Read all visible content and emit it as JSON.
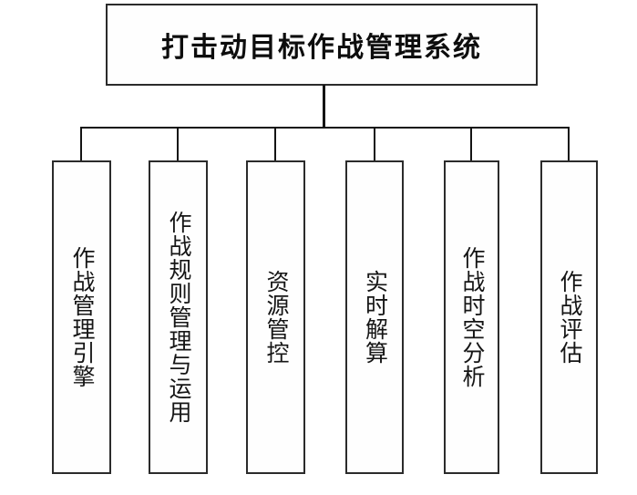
{
  "diagram": {
    "title": "打击动目标作战管理系统",
    "root": {
      "label": "打击动目标作战管理系统"
    },
    "children": [
      {
        "label": "作战管理引擎"
      },
      {
        "label": "作战规则管理与运用"
      },
      {
        "label": "资源管控"
      },
      {
        "label": "实时解算"
      },
      {
        "label": "作战时空分析"
      },
      {
        "label": "作战评估"
      }
    ],
    "colors": {
      "background": "#ffffff",
      "box_border": "#2b2b2b",
      "line": "#141414",
      "text": "#0d0d0d"
    }
  }
}
